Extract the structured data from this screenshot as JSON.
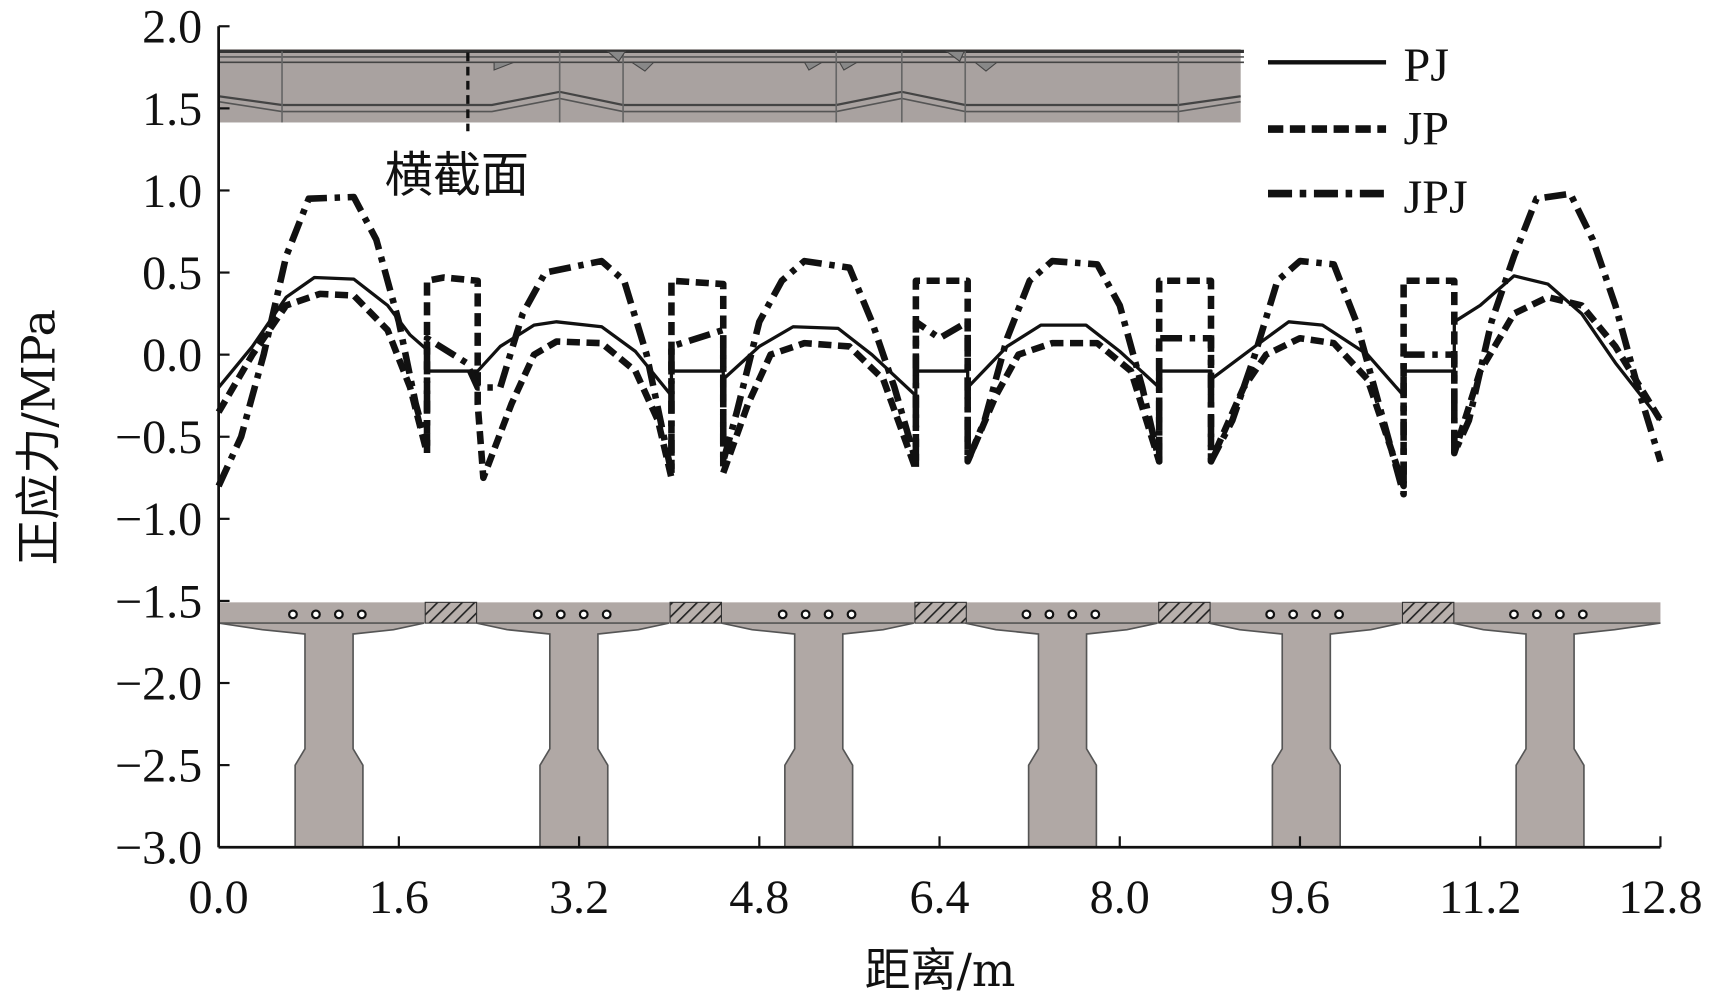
{
  "chart_data": {
    "type": "line",
    "title": "",
    "xlabel": "距离/m",
    "ylabel": "正应力/MPa",
    "xlim": [
      0,
      12.8
    ],
    "ylim": [
      -3.0,
      2.0
    ],
    "xticks": [
      "0.0",
      "1.6",
      "3.2",
      "4.8",
      "6.4",
      "8.0",
      "9.6",
      "11.2",
      "12.8"
    ],
    "yticks": [
      "2.0",
      "1.5",
      "1.0",
      "0.5",
      "0.0",
      "−0.5",
      "−1.0",
      "−1.5",
      "−2.0",
      "−2.5",
      "−3.0"
    ],
    "legend_position": "top-right",
    "grid": false,
    "annotation": "横截面",
    "series": [
      {
        "name": "PJ",
        "style": "solid",
        "points": [
          [
            0,
            -0.2
          ],
          [
            0.3,
            0.05
          ],
          [
            0.6,
            0.35
          ],
          [
            0.85,
            0.47
          ],
          [
            1.2,
            0.46
          ],
          [
            1.5,
            0.3
          ],
          [
            1.7,
            0.12
          ],
          [
            1.85,
            0.03
          ],
          [
            1.85,
            -0.1
          ],
          [
            2.3,
            -0.1
          ],
          [
            2.5,
            0.05
          ],
          [
            2.8,
            0.18
          ],
          [
            3.0,
            0.2
          ],
          [
            3.4,
            0.17
          ],
          [
            3.7,
            0.02
          ],
          [
            4.02,
            -0.25
          ],
          [
            4.02,
            -0.1
          ],
          [
            4.48,
            -0.1
          ],
          [
            4.48,
            -0.15
          ],
          [
            4.8,
            0.05
          ],
          [
            5.1,
            0.17
          ],
          [
            5.5,
            0.16
          ],
          [
            5.8,
            0.0
          ],
          [
            6.19,
            -0.25
          ],
          [
            6.19,
            -0.1
          ],
          [
            6.65,
            -0.1
          ],
          [
            6.65,
            -0.2
          ],
          [
            7.0,
            0.05
          ],
          [
            7.3,
            0.18
          ],
          [
            7.7,
            0.18
          ],
          [
            8.0,
            0.02
          ],
          [
            8.35,
            -0.2
          ],
          [
            8.35,
            -0.1
          ],
          [
            8.81,
            -0.1
          ],
          [
            8.81,
            -0.15
          ],
          [
            9.2,
            0.05
          ],
          [
            9.5,
            0.2
          ],
          [
            9.8,
            0.18
          ],
          [
            10.2,
            0.0
          ],
          [
            10.52,
            -0.25
          ],
          [
            10.52,
            -0.1
          ],
          [
            10.97,
            -0.1
          ],
          [
            10.97,
            0.2
          ],
          [
            11.2,
            0.3
          ],
          [
            11.5,
            0.48
          ],
          [
            11.8,
            0.43
          ],
          [
            12.1,
            0.25
          ],
          [
            12.4,
            -0.05
          ],
          [
            12.8,
            -0.4
          ]
        ]
      },
      {
        "name": "JP",
        "style": "dashed",
        "points": [
          [
            0,
            -0.35
          ],
          [
            0.3,
            0.0
          ],
          [
            0.6,
            0.3
          ],
          [
            0.9,
            0.37
          ],
          [
            1.2,
            0.36
          ],
          [
            1.5,
            0.15
          ],
          [
            1.7,
            -0.2
          ],
          [
            1.85,
            -0.6
          ],
          [
            1.85,
            0.45
          ],
          [
            2.0,
            0.47
          ],
          [
            2.3,
            0.45
          ],
          [
            2.3,
            -0.3
          ],
          [
            2.35,
            -0.75
          ],
          [
            2.6,
            -0.3
          ],
          [
            2.8,
            0.0
          ],
          [
            3.0,
            0.08
          ],
          [
            3.4,
            0.07
          ],
          [
            3.7,
            -0.1
          ],
          [
            3.9,
            -0.4
          ],
          [
            4.02,
            -0.75
          ],
          [
            4.02,
            0.45
          ],
          [
            4.48,
            0.43
          ],
          [
            4.48,
            -0.72
          ],
          [
            4.7,
            -0.3
          ],
          [
            4.9,
            0.0
          ],
          [
            5.2,
            0.07
          ],
          [
            5.6,
            0.05
          ],
          [
            5.9,
            -0.15
          ],
          [
            6.19,
            -0.7
          ],
          [
            6.19,
            0.45
          ],
          [
            6.65,
            0.45
          ],
          [
            6.65,
            -0.65
          ],
          [
            6.9,
            -0.25
          ],
          [
            7.1,
            0.0
          ],
          [
            7.4,
            0.07
          ],
          [
            7.8,
            0.07
          ],
          [
            8.1,
            -0.1
          ],
          [
            8.35,
            -0.65
          ],
          [
            8.35,
            0.45
          ],
          [
            8.81,
            0.45
          ],
          [
            8.81,
            -0.65
          ],
          [
            9.1,
            -0.2
          ],
          [
            9.3,
            0.0
          ],
          [
            9.6,
            0.1
          ],
          [
            9.9,
            0.07
          ],
          [
            10.2,
            -0.15
          ],
          [
            10.52,
            -0.8
          ],
          [
            10.52,
            0.45
          ],
          [
            10.97,
            0.45
          ],
          [
            10.97,
            -0.6
          ],
          [
            11.2,
            -0.1
          ],
          [
            11.5,
            0.25
          ],
          [
            11.8,
            0.35
          ],
          [
            12.1,
            0.3
          ],
          [
            12.4,
            0.05
          ],
          [
            12.8,
            -0.4
          ]
        ]
      },
      {
        "name": "JPJ",
        "style": "dash-dot",
        "points": [
          [
            0,
            -0.8
          ],
          [
            0.2,
            -0.5
          ],
          [
            0.4,
            0.0
          ],
          [
            0.6,
            0.6
          ],
          [
            0.8,
            0.95
          ],
          [
            1.2,
            0.96
          ],
          [
            1.4,
            0.7
          ],
          [
            1.6,
            0.2
          ],
          [
            1.75,
            -0.3
          ],
          [
            1.85,
            -0.55
          ],
          [
            1.85,
            0.1
          ],
          [
            2.2,
            -0.05
          ],
          [
            2.3,
            -0.2
          ],
          [
            2.5,
            -0.2
          ],
          [
            2.7,
            0.25
          ],
          [
            2.9,
            0.5
          ],
          [
            3.4,
            0.57
          ],
          [
            3.6,
            0.45
          ],
          [
            3.8,
            0.0
          ],
          [
            4.02,
            -0.72
          ],
          [
            4.02,
            0.05
          ],
          [
            4.48,
            0.15
          ],
          [
            4.48,
            -0.65
          ],
          [
            4.6,
            -0.35
          ],
          [
            4.8,
            0.2
          ],
          [
            5.0,
            0.45
          ],
          [
            5.2,
            0.57
          ],
          [
            5.6,
            0.53
          ],
          [
            5.8,
            0.2
          ],
          [
            6.0,
            -0.2
          ],
          [
            6.19,
            -0.65
          ],
          [
            6.19,
            0.2
          ],
          [
            6.4,
            0.1
          ],
          [
            6.65,
            0.2
          ],
          [
            6.65,
            -0.65
          ],
          [
            6.8,
            -0.4
          ],
          [
            7.0,
            0.1
          ],
          [
            7.2,
            0.45
          ],
          [
            7.4,
            0.57
          ],
          [
            7.8,
            0.55
          ],
          [
            8.0,
            0.3
          ],
          [
            8.2,
            -0.2
          ],
          [
            8.35,
            -0.65
          ],
          [
            8.35,
            0.1
          ],
          [
            8.81,
            0.1
          ],
          [
            8.81,
            -0.65
          ],
          [
            9.0,
            -0.4
          ],
          [
            9.2,
            0.0
          ],
          [
            9.4,
            0.45
          ],
          [
            9.6,
            0.57
          ],
          [
            9.9,
            0.55
          ],
          [
            10.1,
            0.2
          ],
          [
            10.3,
            -0.3
          ],
          [
            10.52,
            -0.85
          ],
          [
            10.52,
            0.0
          ],
          [
            10.97,
            0.0
          ],
          [
            10.97,
            -0.6
          ],
          [
            11.1,
            -0.4
          ],
          [
            11.3,
            0.2
          ],
          [
            11.5,
            0.6
          ],
          [
            11.7,
            0.95
          ],
          [
            12.0,
            0.98
          ],
          [
            12.2,
            0.7
          ],
          [
            12.4,
            0.3
          ],
          [
            12.6,
            -0.2
          ],
          [
            12.8,
            -0.65
          ]
        ]
      }
    ]
  }
}
